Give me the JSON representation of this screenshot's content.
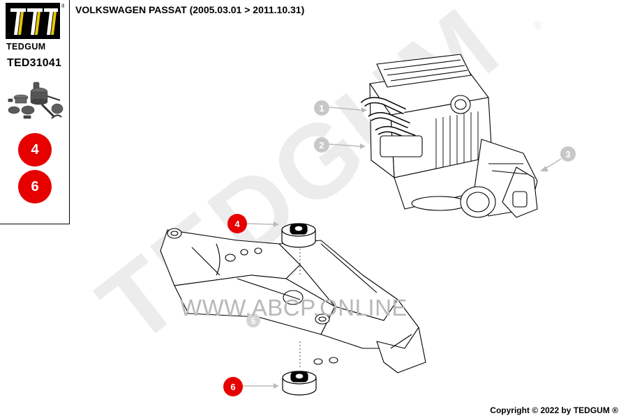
{
  "brand": {
    "name": "TEDGUM",
    "registered": "®",
    "part_number": "TED31041"
  },
  "vehicle": {
    "title": "VOLKSWAGEN PASSAT (2005.03.01 > 2011.10.31)"
  },
  "positions": {
    "badge_a": "4",
    "badge_b": "6"
  },
  "callouts": {
    "c1": "1",
    "c2": "2",
    "c3": "3",
    "c4": "4",
    "c5": "5",
    "c6": "6"
  },
  "watermark": {
    "brand": "TEDGUM",
    "website": "WWW.ABCP.ONLINE"
  },
  "footer": {
    "copyright": "Copyright © 2022 by TEDGUM ®"
  },
  "colors": {
    "accent_red": "#e60000",
    "callout_grey": "#c8c8c8",
    "watermark_grey": "#ececec"
  }
}
